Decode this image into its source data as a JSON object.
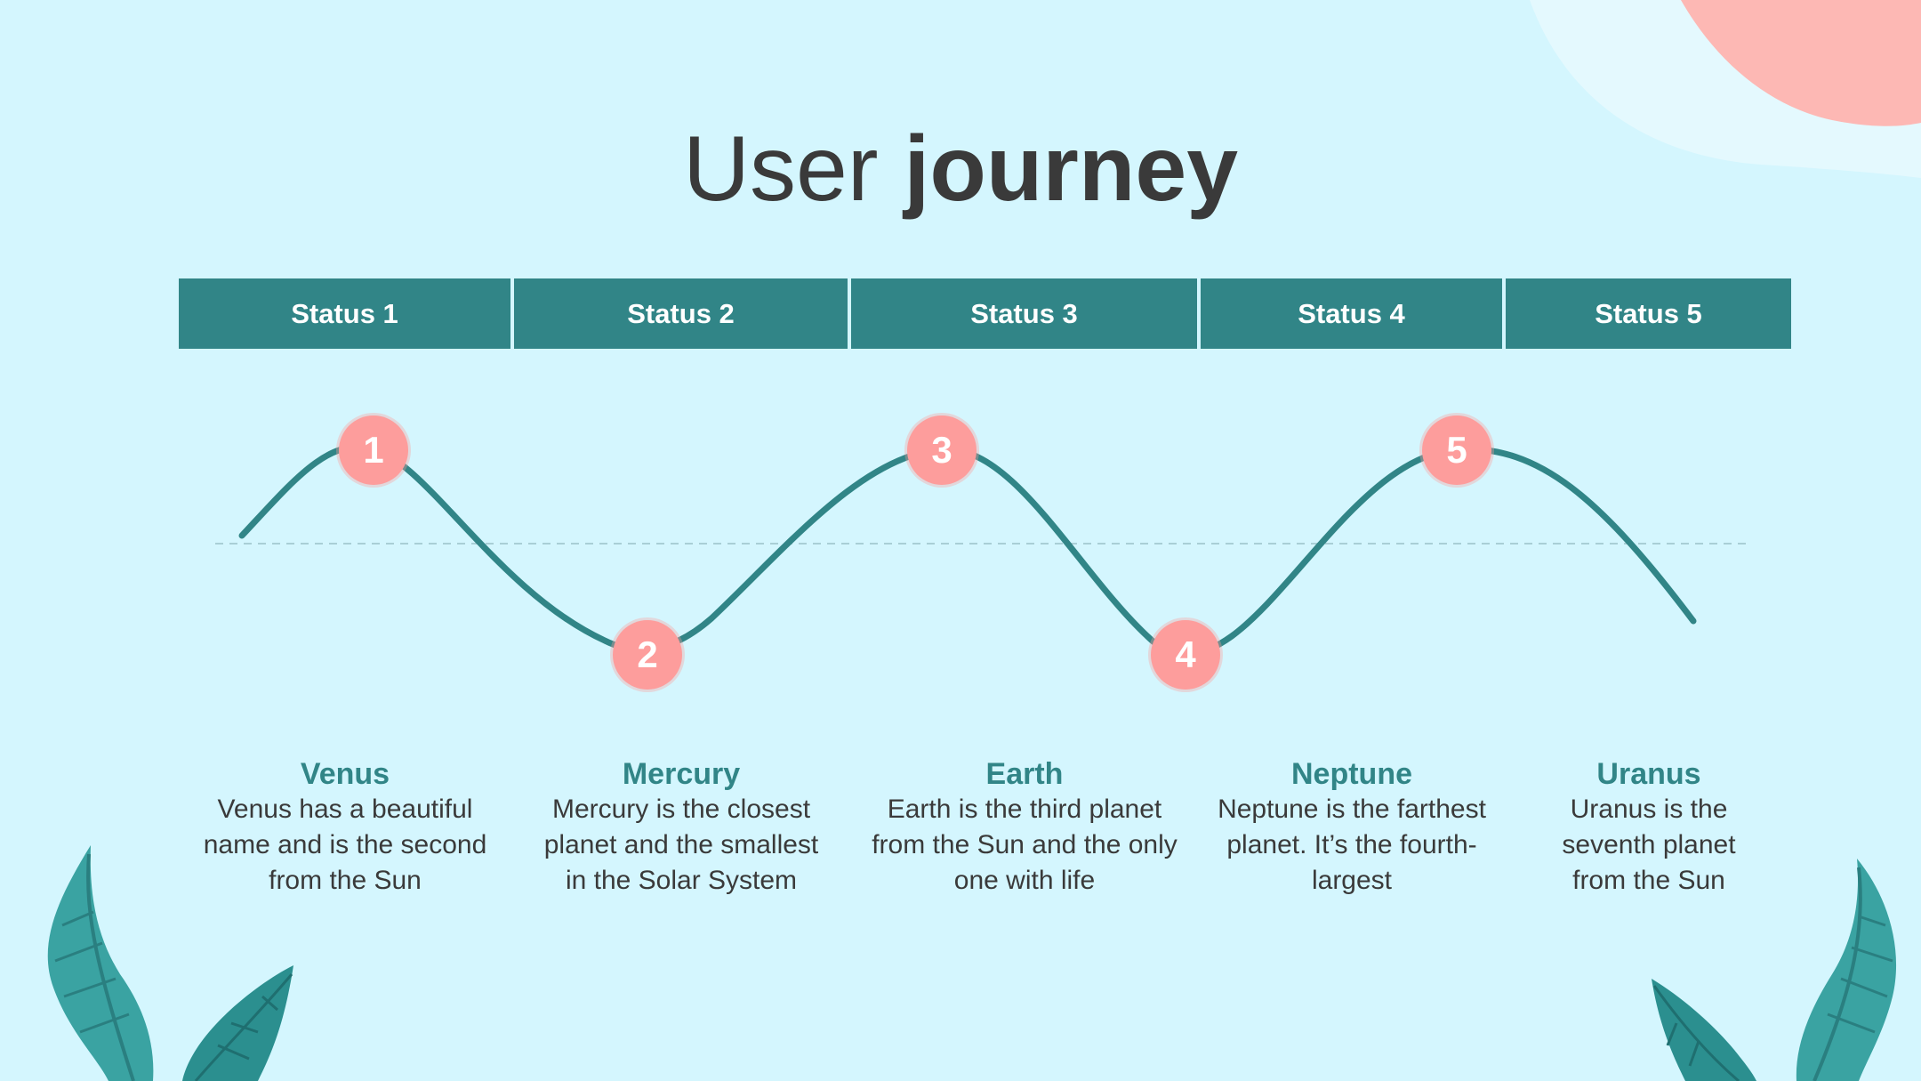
{
  "title": {
    "regular": "User",
    "bold": "journey"
  },
  "statuses": [
    "Status 1",
    "Status 2",
    "Status 3",
    "Status 4",
    "Status 5"
  ],
  "steps": [
    {
      "number": "1",
      "name": "Venus",
      "text": "Venus has a beautiful name and is the second from the Sun"
    },
    {
      "number": "2",
      "name": "Mercury",
      "text": "Mercury is the closest planet and the smallest in the Solar System"
    },
    {
      "number": "3",
      "name": "Earth",
      "text": "Earth is the third planet from the Sun and the only one with life"
    },
    {
      "number": "4",
      "name": "Neptune",
      "text": "Neptune is the farthest planet. It’s the fourth-largest"
    },
    {
      "number": "5",
      "name": "Uranus",
      "text": "Uranus is the seventh planet from the Sun"
    }
  ],
  "colors": {
    "background": "#d4f6fe",
    "teal": "#318587",
    "coral": "#fd9d9c",
    "text": "#3a3a3a"
  }
}
